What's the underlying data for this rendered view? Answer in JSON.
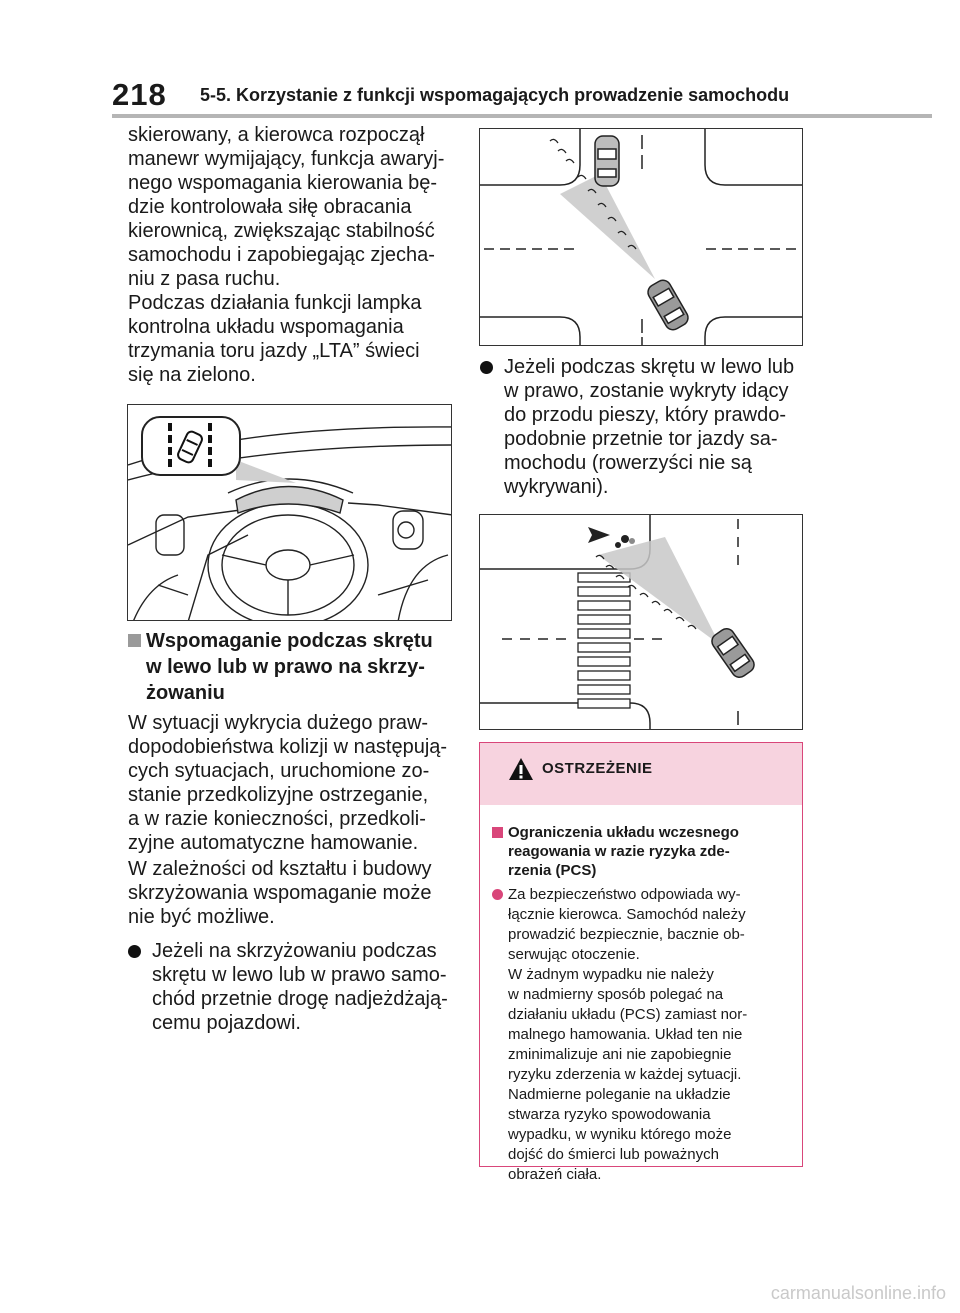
{
  "header": {
    "page_number": "218",
    "chapter": "5-5. Korzystanie z funkcji wspomagających prowadzenie samochodu"
  },
  "left": {
    "paragraph_1": "skierowany, a kierowca rozpoczął\nmanewr wymijający, funkcja awaryj-\nnego wspomagania kierowania bę-\ndzie kontrolowała siłę obracania\nkierownicą, zwiększając stabilność\nsamochodu i zapobiegając zjecha-\nniu z pasa ruchu.\nPodczas działania funkcji lampka\nkontrolna układu wspomagania\ntrzymania toru jazdy „LTA” świeci\nsię na zielono.",
    "subheading": "Wspomaganie podczas skrętu\nw lewo lub w prawo na skrzy-\nżowaniu",
    "paragraph_2": "W sytuacji wykrycia dużego praw-\ndopodobieństwa kolizji w następują-\ncych sytuacjach, uruchomione zo-\nstanie przedkolizyjne ostrzeganie,\na w razie konieczności, przedkoli-\nzyjne automatyczne hamowanie.",
    "paragraph_3": "W zależności od kształtu i budowy\nskrzyżowania wspomaganie może\nnie być możliwe.",
    "bullet_1": "Jeżeli na skrzyżowaniu podczas\nskrętu w lewo lub w prawo samo-\nchód przetnie drogę nadjeżdżają-\ncemu pojazdowi."
  },
  "right": {
    "bullet_2": "Jeżeli podczas skrętu w lewo lub\nw prawo, zostanie wykryty idący\ndo przodu pieszy, który prawdo-\npodobnie przetnie tor jazdy sa-\nmochodu (rowerzyści nie są\nwykrywani)."
  },
  "warning": {
    "title": "OSTRZEŻENIE",
    "subheading": "Ograniczenia układu wczesnego\nreagowania w razie ryzyka zde-\nrzenia (PCS)",
    "body": "Za bezpieczeństwo odpowiada wy-\nłącznie kierowca. Samochód należy\nprowadzić bezpiecznie, bacznie ob-\nserwując otoczenie.\nW żadnym wypadku nie należy\nw nadmierny sposób polegać na\ndziałaniu układu (PCS) zamiast nor-\nmalnego hamowania. Układ ten nie\nzminimalizuje ani nie zapobiegnie\nryzyku zderzenia w każdej sytuacji.\nNadmierne poleganie na układzie\nstwarza ryzyko spowodowania\nwypadku, w wyniku którego może\ndojść do śmierci lub poważnych\nobrażeń ciała.",
    "accent_color": "#d9467a",
    "header_bg": "#f7d3df"
  },
  "watermark": "carmanualsonline.info"
}
